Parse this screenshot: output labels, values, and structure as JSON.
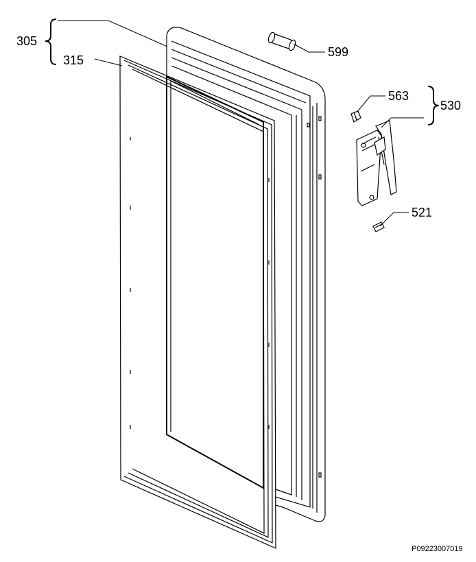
{
  "labels": {
    "door_assembly": "305",
    "door_gasket": "315",
    "hinge_pin": "599",
    "handle_cap": "563",
    "handle_assembly": "530",
    "screw": "521"
  },
  "reference_code": "P09223007019",
  "icons": [
    "door-gasket",
    "door-panel",
    "hinge-pin",
    "handle",
    "screw",
    "brace"
  ]
}
